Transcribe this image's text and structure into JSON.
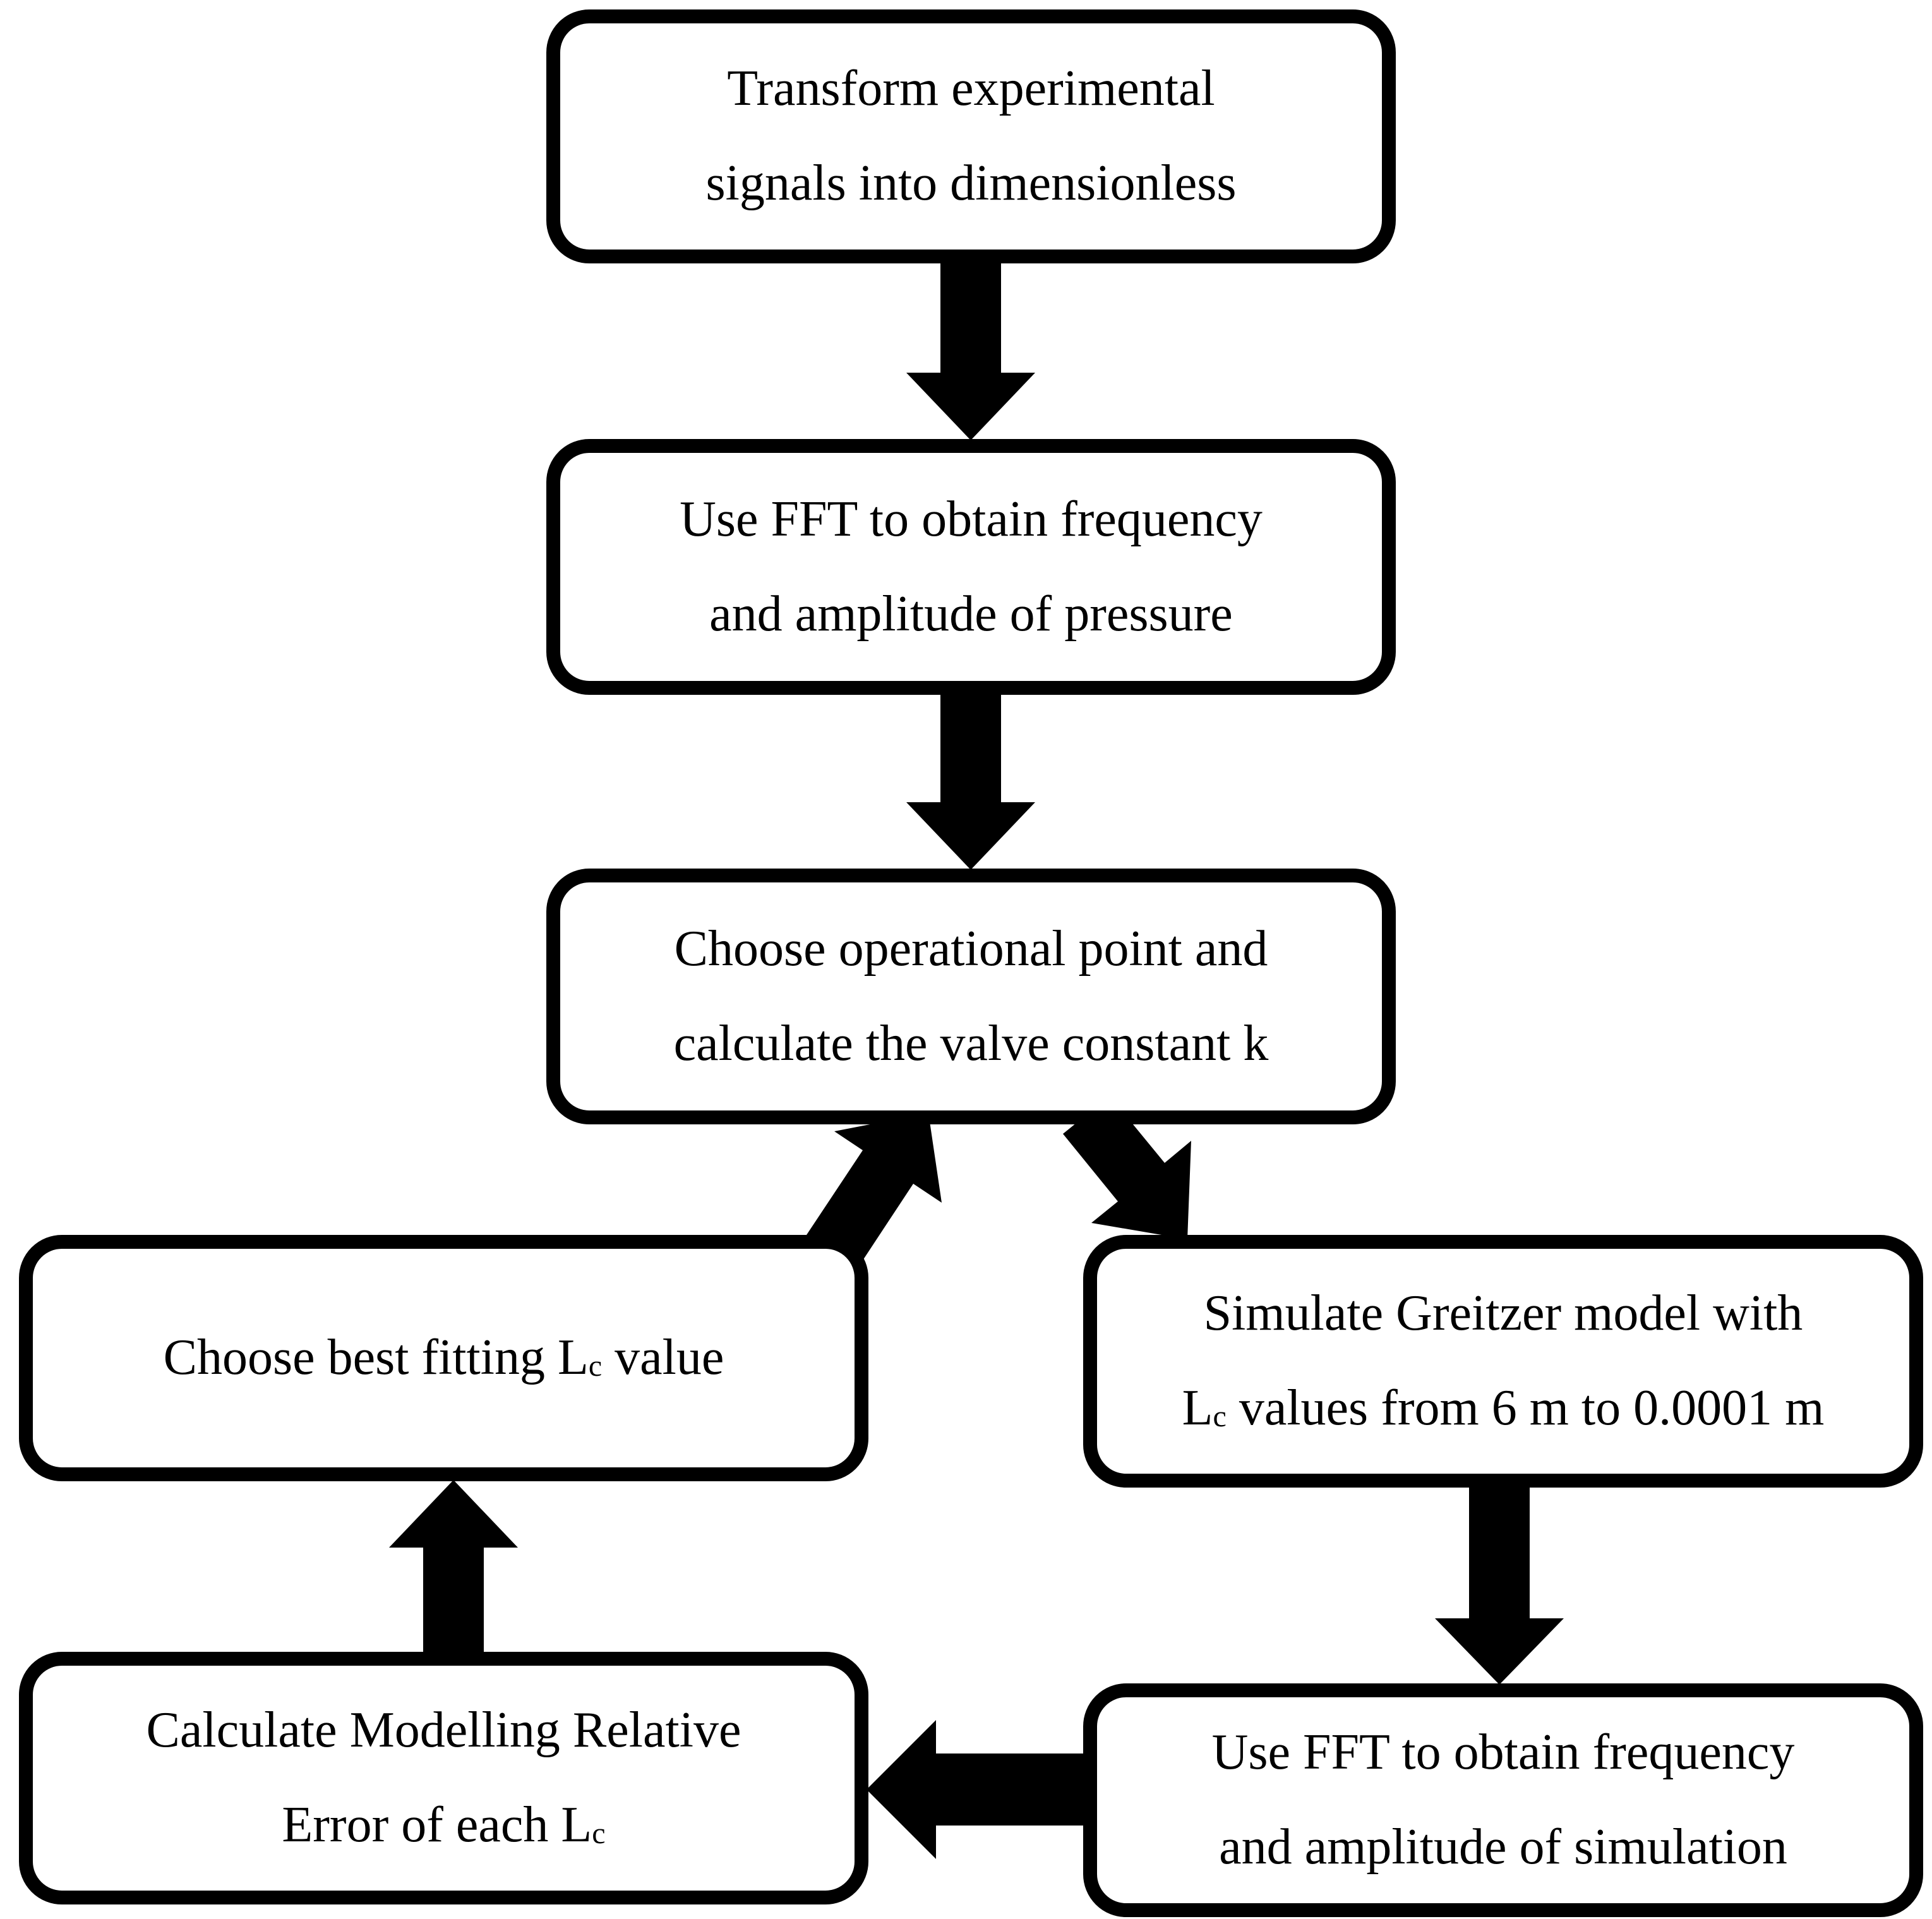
{
  "figure": {
    "type": "flowchart",
    "description": "Greitzer model fitting procedure flowchart"
  },
  "colors": {
    "ink": "#000000",
    "background": "#ffffff"
  },
  "boxes": {
    "transform": {
      "line1": "Transform experimental",
      "line2": "signals into dimensionless"
    },
    "fft_pressure": {
      "line1": "Use FFT to obtain frequency",
      "line2": "and amplitude of pressure"
    },
    "operational": {
      "line1": "Choose operational point and",
      "line2": "calculate the valve constant k"
    },
    "best_fit": {
      "pre": "Choose best fitting L",
      "sub": "c",
      "post": " value"
    },
    "simulate": {
      "line1": "Simulate Greitzer model with",
      "line2_pre": "L",
      "line2_sub": "c",
      "line2_post": " values from 6 m to 0.0001 m"
    },
    "relative_error": {
      "line1": "Calculate Modelling Relative",
      "line2_pre": "Error of each L",
      "line2_sub": "c"
    },
    "fft_simulation": {
      "line1": "Use FFT to obtain frequency",
      "line2": "and amplitude of simulation"
    }
  },
  "arrows": [
    {
      "name": "transform-to-fft-pressure",
      "direction": "down"
    },
    {
      "name": "fft-pressure-to-operational",
      "direction": "down"
    },
    {
      "name": "operational-to-simulate",
      "direction": "down-right"
    },
    {
      "name": "simulate-to-fft-simulation",
      "direction": "down"
    },
    {
      "name": "fft-simulation-to-relative-error",
      "direction": "left"
    },
    {
      "name": "relative-error-to-best-fit",
      "direction": "up"
    },
    {
      "name": "best-fit-to-operational",
      "direction": "up-right"
    }
  ]
}
